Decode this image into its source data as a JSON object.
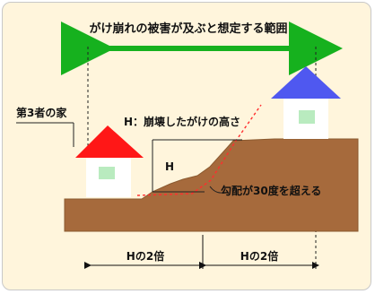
{
  "diagram": {
    "top_label": "がけ崩れの被害が及ぶと想定する範囲",
    "house_label": "第3者の家",
    "height_label": "H：崩壊したがけの高さ",
    "h_mark": "H",
    "slope_label": "勾配が30度を超える",
    "bottom_left": "Hの2倍",
    "bottom_right": "Hの2倍"
  },
  "colors": {
    "background": "#fff5dc",
    "ground": "#a66a3c",
    "house_wall": "#ffffff",
    "window": "#b9ebbf",
    "left_roof": "#ff1717",
    "right_roof": "#4f58f0",
    "range_arrow": "#16b11e",
    "dashed_line": "#ff2d2d"
  }
}
